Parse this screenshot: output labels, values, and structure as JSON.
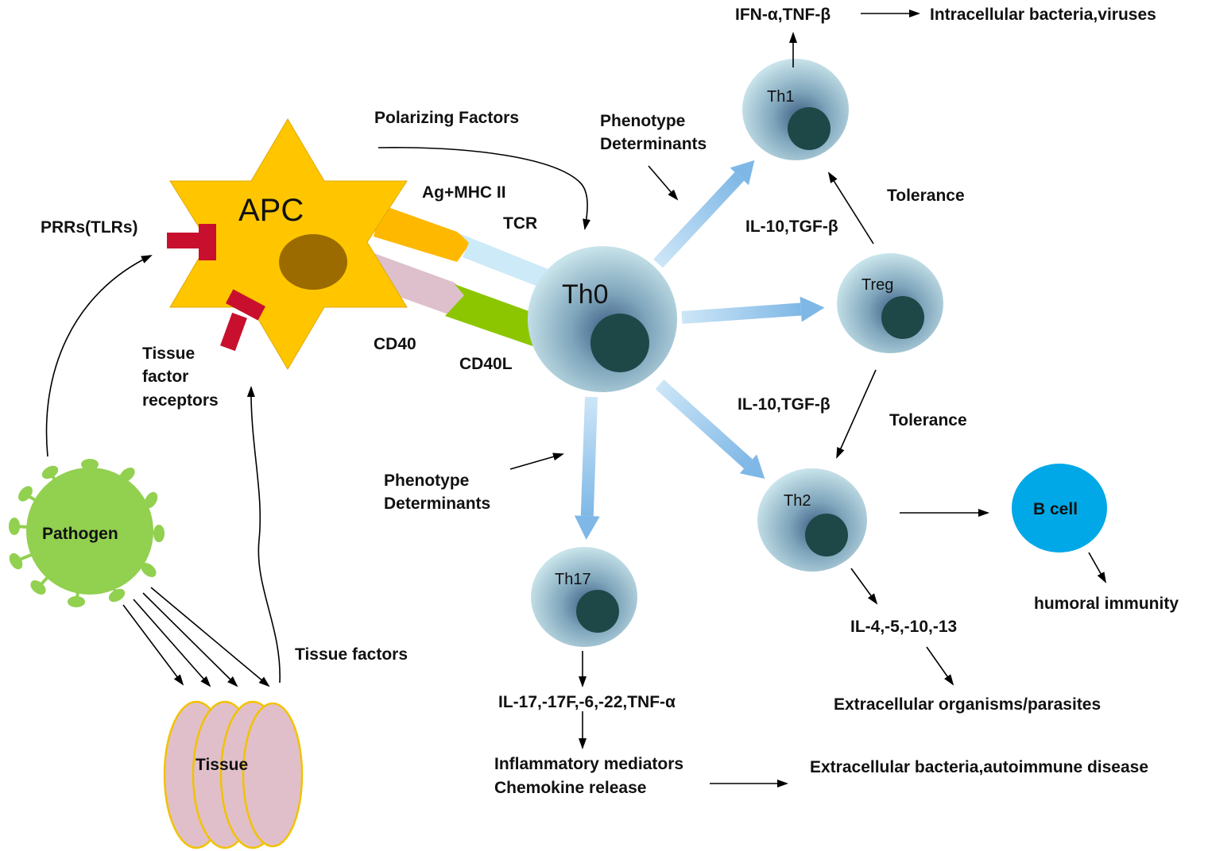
{
  "apc": {
    "label": "APC"
  },
  "pathogen": {
    "label": "Pathogen"
  },
  "tissue": {
    "label": "Tissue"
  },
  "th0": {
    "label": "Th0"
  },
  "cells": {
    "th1": "Th1",
    "treg": "Treg",
    "th2": "Th2",
    "th17": "Th17",
    "bcell": "B cell"
  },
  "labels": {
    "prrs": "PRRs(TLRs)",
    "tissue_factor_receptors": [
      "Tissue",
      "factor",
      "receptors"
    ],
    "tissue_factors": "Tissue factors",
    "polarizing_factors": "Polarizing Factors",
    "ag_mhc": "Ag+MHC II",
    "tcr": "TCR",
    "cd40": "CD40",
    "cd40l": "CD40L",
    "phenotype_top": [
      "Phenotype",
      "Determinants"
    ],
    "phenotype_bottom": [
      "Phenotype",
      "Determinants"
    ],
    "ifn_tnf": "IFN-α,TNF-β",
    "intracellular": "Intracellular bacteria,viruses",
    "tolerance_top": "Tolerance",
    "tolerance_bottom": "Tolerance",
    "il10_top": "IL-10,TGF-β",
    "il10_bottom": "IL-10,TGF-β",
    "th2_cytokines": "IL-4,-5,-10,-13",
    "extracellular_parasites": "Extracellular organisms/parasites",
    "humoral": "humoral immunity",
    "th17_cytokines": "IL-17,-17F,-6,-22,TNF-α",
    "inflammatory": [
      "Inflammatory mediators",
      "Chemokine release"
    ],
    "extracellular_bacteria": "Extracellular bacteria,autoimmune disease"
  },
  "colors": {
    "apc_fill": "#FFC600",
    "apc_nucleus": "#9C6B00",
    "receptor": "#C8102E",
    "pathogen": "#92D050",
    "tissue_fill": "#E0BFCB",
    "tissue_stroke": "#F2C200",
    "cell_light": "#C8E3EA",
    "cell_dark": "#3A5A80",
    "nucleus": "#1E4848",
    "bcell": "#00A8E8",
    "ag_mhc": "#FFB800",
    "tcr": "#CDEAF8",
    "cd40": "#DDC0CB",
    "cd40l": "#8CC600",
    "flow_arrow": "#A9D1EE"
  }
}
